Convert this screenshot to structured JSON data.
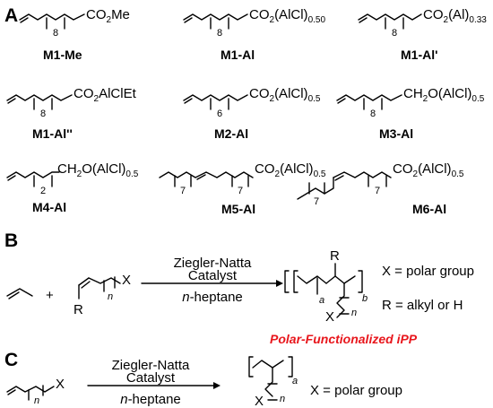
{
  "sections": {
    "a": "A",
    "b": "B",
    "c": "C"
  },
  "compounds": [
    {
      "name": "M1-Me",
      "group": "CO2Me",
      "n": "8"
    },
    {
      "name": "M1-Al",
      "group": "CO2(AlCl)0.50",
      "n": "8"
    },
    {
      "name": "M1-Al'",
      "group": "CO2(Al)0.33",
      "n": "8"
    },
    {
      "name": "M1-Al''",
      "group": "CO2AlClEt",
      "n": "8"
    },
    {
      "name": "M2-Al",
      "group": "CO2(AlCl)0.5",
      "n": "6"
    },
    {
      "name": "M3-Al",
      "group": "CH2O(AlCl)0.5",
      "n": "8"
    },
    {
      "name": "M4-Al",
      "group": "CH2O(AlCl)0.5",
      "n": "2"
    },
    {
      "name": "M5-Al",
      "group": "CO2(AlCl)0.5",
      "n_left": "7",
      "n_right": "7"
    },
    {
      "name": "M6-Al",
      "group": "CO2(AlCl)0.5",
      "n_top": "7",
      "n_bottom": "7"
    }
  ],
  "scheme_b": {
    "plus": "+",
    "x_label": "X",
    "r_label": "R",
    "n_label": "n",
    "catalyst_line1": "Ziegler-Natta",
    "catalyst_line2": "Catalyst",
    "solvent_italic": "n",
    "solvent_rest": "-heptane",
    "sub_a": "a",
    "sub_b": "b",
    "poly_r": "R",
    "poly_x": "X",
    "poly_n": "n",
    "legend_x": "X = polar group",
    "legend_r": "R = alkyl or H",
    "product_title": "Polar-Functionalized iPP"
  },
  "scheme_c": {
    "x_label": "X",
    "n_label": "n",
    "catalyst_line1": "Ziegler-Natta",
    "catalyst_line2": "Catalyst",
    "solvent_italic": "n",
    "solvent_rest": "-heptane",
    "sub_a": "a",
    "poly_x": "X",
    "poly_n": "n",
    "legend_x": "X = polar group"
  },
  "colors": {
    "ink": "#000000",
    "accent": "#e8161c"
  }
}
